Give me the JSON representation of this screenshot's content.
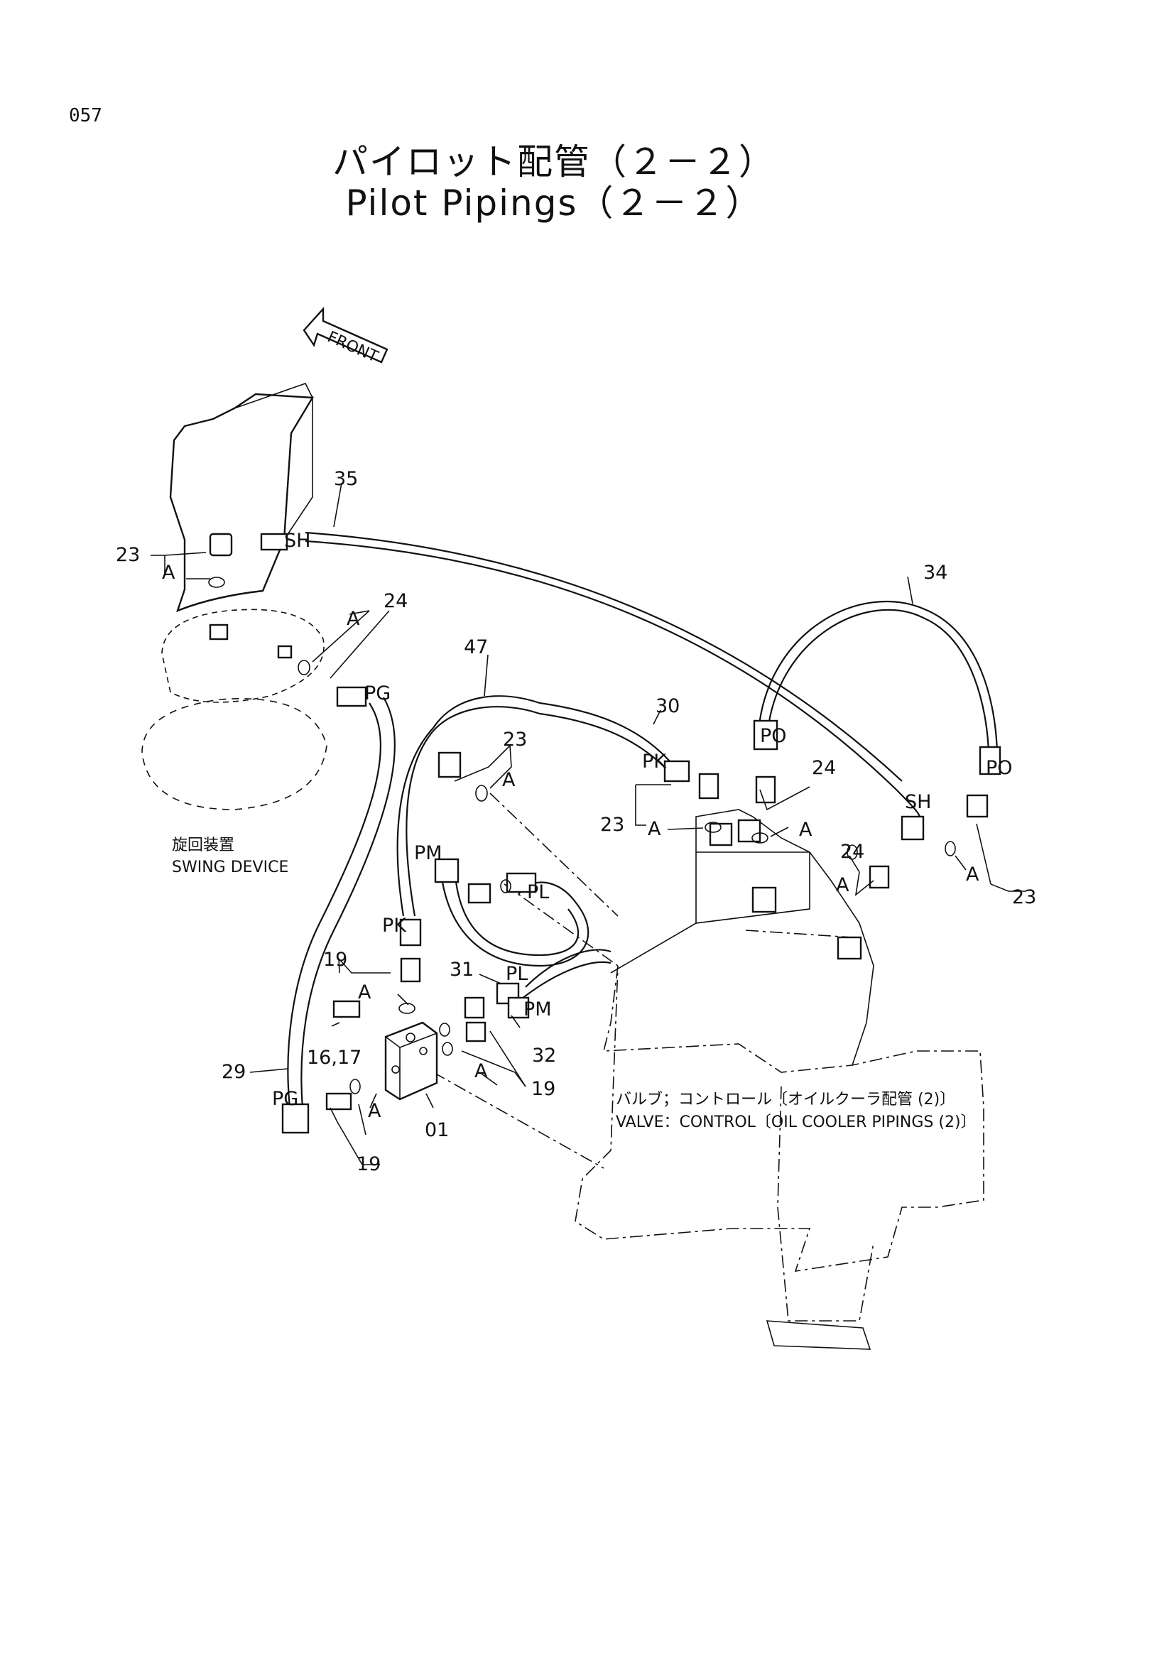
{
  "page": {
    "number": "057"
  },
  "title": {
    "japanese": "パイロット配管（２－２）",
    "english": "Pilot Pipings（２－２）"
  },
  "front_arrow": {
    "text": "FRONT"
  },
  "components": {
    "swing_device": {
      "ja": "旋回装置",
      "en": "SWING DEVICE"
    },
    "control_valve": {
      "ja": "バルブ；コントロール〔オイルクーラ配管 (2)〕",
      "en": "VALVE：CONTROL〔OIL  COOLER  PIPINGS (2)〕"
    }
  },
  "part_numbers": {
    "p35": "35",
    "p34": "34",
    "p47": "47",
    "p30": "30",
    "p29": "29",
    "p31": "31",
    "p32": "32",
    "p23a": "23",
    "p23b": "23",
    "p23c": "23",
    "p23d": "23",
    "p24a": "24",
    "p24b": "24",
    "p24c": "24",
    "p19a": "19",
    "p19b": "19",
    "p19c": "19",
    "p16_17": "16,17",
    "p01": "01"
  },
  "port_labels": {
    "sh1": "SH",
    "sh2": "SH",
    "pg1": "PG",
    "pg2": "PG",
    "pk1": "PK",
    "pk2": "PK",
    "po1": "PO",
    "po2": "PO",
    "pm1": "PM",
    "pm2": "PM",
    "pl1": "PL",
    "pl2": "PL"
  },
  "oring_label": "A"
}
